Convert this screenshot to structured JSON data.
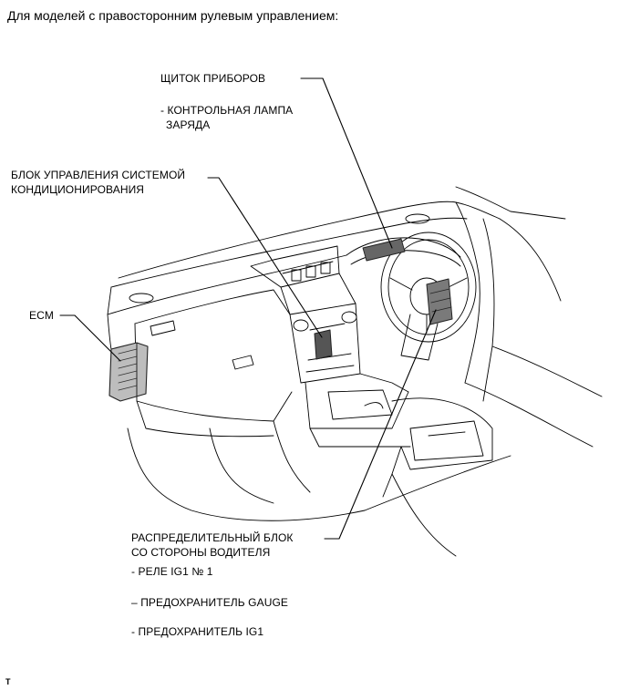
{
  "heading": "Для моделей с правосторонним рулевым управлением:",
  "labels": {
    "instrument_panel": "ЩИТОК ПРИБОРОВ",
    "charge_lamp_line1": "- КОНТРОЛЬНАЯ ЛАМПА",
    "charge_lamp_line2": "ЗАРЯДА",
    "ac_unit_line1": "БЛОК УПРАВЛЕНИЯ СИСТЕМОЙ",
    "ac_unit_line2": "КОНДИЦИОНИРОВАНИЯ",
    "ecm": "ECM",
    "junction_line1": "РАСПРЕДЕЛИТЕЛЬНЫЙ БЛОК",
    "junction_line2": "СО СТОРОНЫ ВОДИТЕЛЯ",
    "relay": "- РЕЛЕ IG1 № 1",
    "fuse_gauge": "– ПРЕДОХРАНИТЕЛЬ GAUGE",
    "fuse_ig1": "- ПРЕДОХРАНИТЕЛЬ IG1"
  },
  "figure_id": "T",
  "colors": {
    "line": "#000000",
    "component_fill": "#555555",
    "background": "#ffffff"
  }
}
